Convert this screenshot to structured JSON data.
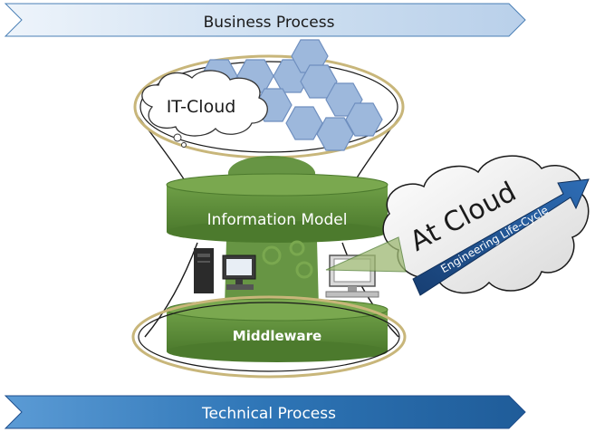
{
  "banners": {
    "top": "Business Process",
    "bottom": "Technical Process"
  },
  "it_cloud": {
    "label": "IT-Cloud"
  },
  "layers": {
    "top": "Information Model",
    "bottom": "Middleware"
  },
  "at_cloud": {
    "label": "At Cloud",
    "arrow_label": "Engineering Life-Cycle"
  },
  "colors": {
    "banner_light": "#d3e3f2",
    "banner_dark": "#2e75b6",
    "green": "#5f8f3a",
    "green_dark": "#3f6a26",
    "hexagon": "#9db8dc",
    "ring": "#c8b67a",
    "arrow_blue": "#1f4e8c"
  }
}
